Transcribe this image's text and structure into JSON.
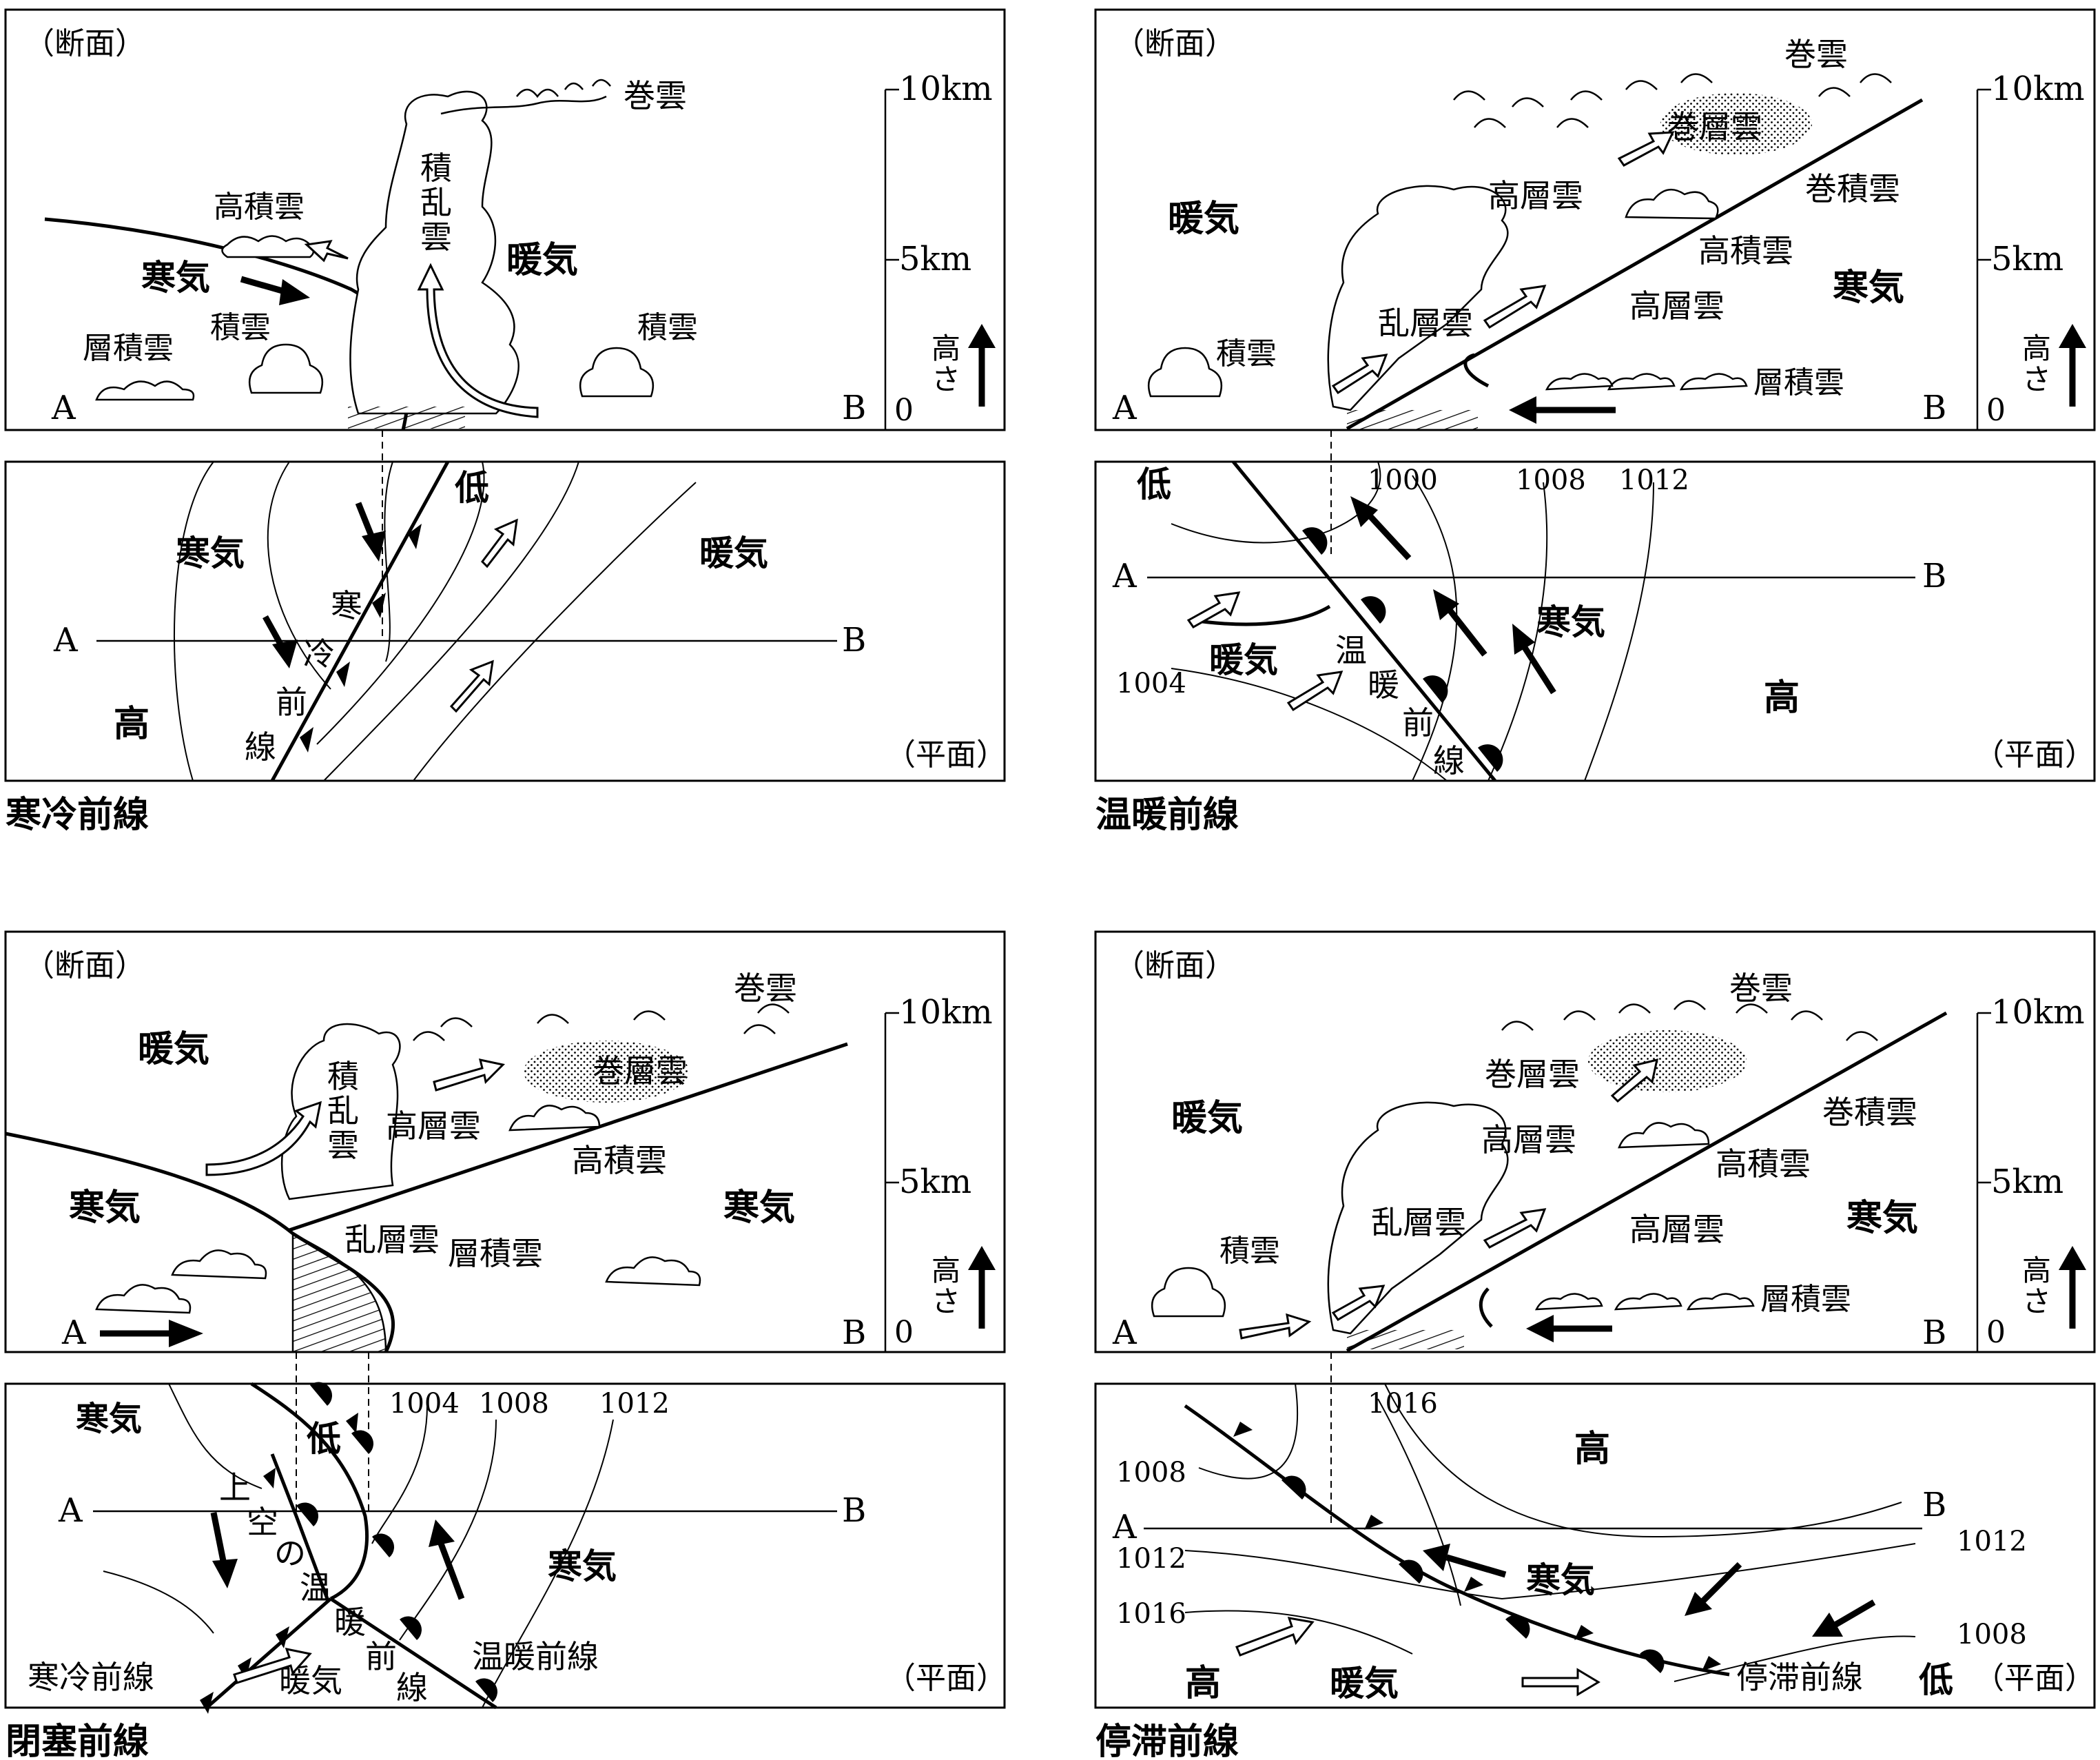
{
  "cold": {
    "name": "寒冷前線",
    "sec": {
      "tag": "（断面）",
      "cirrus": "巻雲",
      "cb": [
        "積",
        "乱",
        "雲"
      ],
      "ac": "高積雲",
      "coldair": "寒気",
      "warmair": "暖気",
      "cu1": "積雲",
      "cu2": "積雲",
      "sc": "層積雲",
      "A": "A",
      "B": "B"
    },
    "plan": {
      "tag": "（平面）",
      "low": "低",
      "coldair": "寒気",
      "warmair": "暖気",
      "high": "高",
      "A": "A",
      "B": "B",
      "front": [
        "寒",
        "冷",
        "前",
        "線"
      ]
    }
  },
  "warm": {
    "name": "温暖前線",
    "sec": {
      "tag": "（断面）",
      "cirrus": "巻雲",
      "cs": "巻層雲",
      "as": "高層雲",
      "cc": "巻積雲",
      "ac": "高積雲",
      "warmair": "暖気",
      "coldair": "寒気",
      "ns": "乱層雲",
      "as2": "高層雲",
      "cu": "積雲",
      "sc": "層積雲",
      "A": "A",
      "B": "B"
    },
    "plan": {
      "tag": "（平面）",
      "low": "低",
      "warmair": "暖気",
      "coldair": "寒気",
      "high": "高",
      "A": "A",
      "B": "B",
      "isobars": [
        "1000",
        "1008",
        "1012",
        "1004"
      ],
      "front": [
        "温",
        "暖",
        "前",
        "線"
      ]
    }
  },
  "occluded": {
    "name": "閉塞前線",
    "sec": {
      "tag": "（断面）",
      "cirrus": "巻雲",
      "cs": "巻層雲",
      "warmair": "暖気",
      "cb": [
        "積",
        "乱",
        "雲"
      ],
      "as": "高層雲",
      "ac": "高積雲",
      "coldair1": "寒気",
      "coldair2": "寒気",
      "ns": "乱層雲",
      "sc": "層積雲",
      "A": "A",
      "B": "B"
    },
    "plan": {
      "tag": "（平面）",
      "low": "低",
      "coldair1": "寒気",
      "coldair2": "寒気",
      "warmair": "暖気",
      "A": "A",
      "B": "B",
      "isobars": [
        "1004",
        "1008",
        "1012"
      ],
      "upper": [
        "上",
        "空",
        "の",
        "温",
        "暖"
      ],
      "front": [
        "前",
        "線"
      ],
      "coldfront": "寒冷前線",
      "warmfront": "温暖前線"
    }
  },
  "stationary": {
    "name": "停滞前線",
    "sec": {
      "tag": "（断面）",
      "cirrus": "巻雲",
      "cs": "巻層雲",
      "warmair": "暖気",
      "cc": "巻積雲",
      "as": "高層雲",
      "ac": "高積雲",
      "cu": "積雲",
      "ns": "乱層雲",
      "as2": "高層雲",
      "coldair": "寒気",
      "sc": "層積雲",
      "A": "A",
      "B": "B"
    },
    "plan": {
      "tag": "（平面）",
      "high1": "高",
      "high2": "高",
      "coldair": "寒気",
      "warmair": "暖気",
      "low": "低",
      "front": "停滞前線",
      "A": "A",
      "B": "B",
      "isobars": [
        "1016",
        "1008",
        "1012",
        "1012",
        "1016",
        "1008"
      ]
    }
  },
  "scale": {
    "top": "10km",
    "mid": "5km",
    "zero": "0",
    "height": [
      "高",
      "さ"
    ]
  }
}
